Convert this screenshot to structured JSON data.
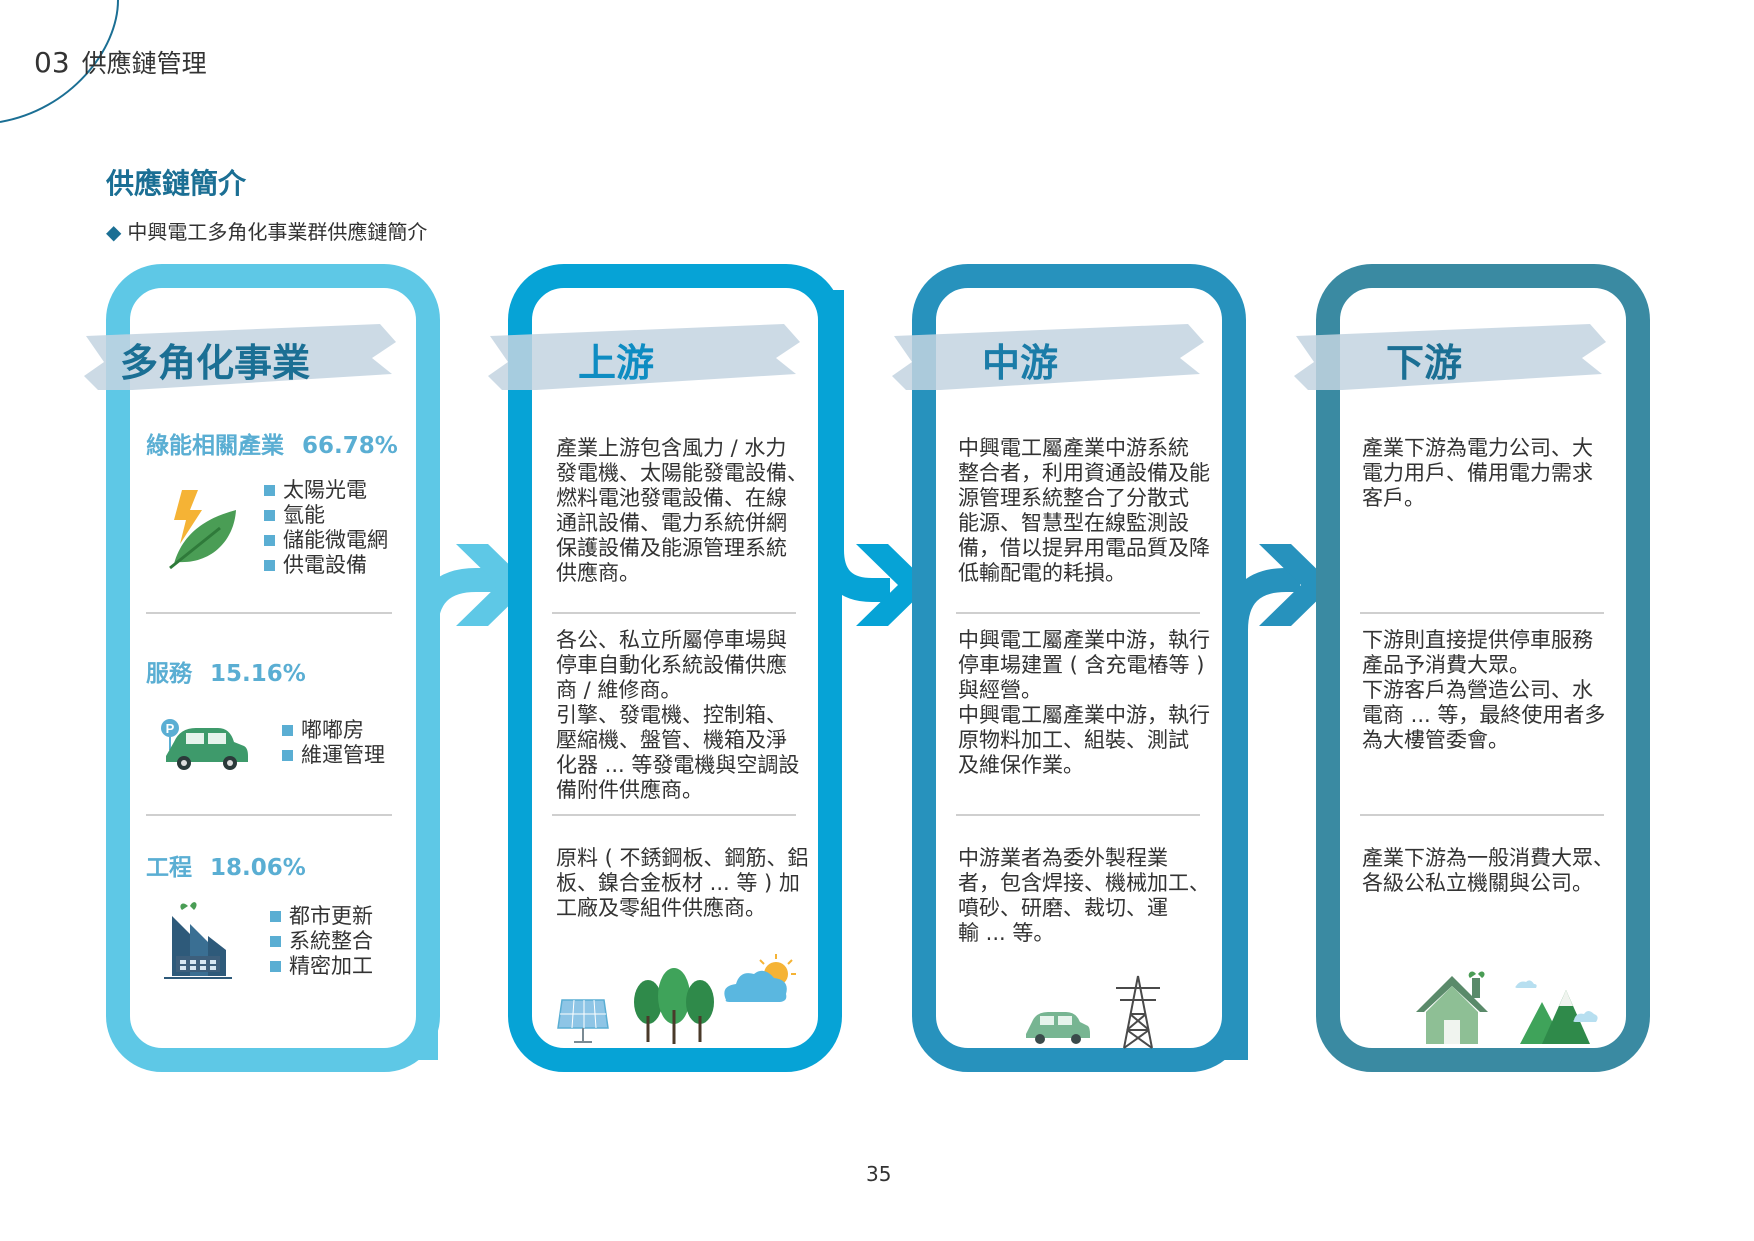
{
  "header": {
    "section_number": "03",
    "section_name": "供應鏈管理"
  },
  "title": "供應鏈簡介",
  "subtitle": "中興電工多角化事業群供應鏈簡介",
  "colors": {
    "card1": "#5ec8e6",
    "card2": "#06a3d6",
    "card3": "#2792bd",
    "card4": "#3a8aa2",
    "title_text": "#1b6f94",
    "segment": "#5aaed3"
  },
  "diversified": {
    "title": "多角化事業",
    "segments": [
      {
        "name": "綠能相關產業",
        "percent": "66.78%",
        "icon": "leaf-lightning-icon",
        "items": [
          "太陽光電",
          "氫能",
          "儲能微電網",
          "供電設備"
        ]
      },
      {
        "name": "服務",
        "percent": "15.16%",
        "icon": "parking-car-icon",
        "items": [
          "嘟嘟房",
          "維運管理"
        ]
      },
      {
        "name": "工程",
        "percent": "18.06%",
        "icon": "factory-icon",
        "items": [
          "都市更新",
          "系統整合",
          "精密加工"
        ]
      }
    ]
  },
  "upstream": {
    "title": "上游",
    "paragraphs": [
      "產業上游包含風力 / 水力\n發電機、太陽能發電設備、\n燃料電池發電設備、在線\n通訊設備、電力系統併網\n保護設備及能源管理系統\n供應商。",
      "各公、私立所屬停車場與\n停車自動化系統設備供應\n商 / 維修商。\n引擎、發電機、控制箱、\n壓縮機、盤管、機箱及淨\n化器 ... 等發電機與空調設\n備附件供應商。",
      "原料 ( 不銹鋼板、鋼筋、鋁\n板、鎳合金板材 ... 等 ) 加\n工廠及零組件供應商。"
    ]
  },
  "midstream": {
    "title": "中游",
    "paragraphs": [
      "中興電工屬產業中游系統\n整合者，利用資通設備及能\n源管理系統整合了分散式\n能源、智慧型在線監測設\n備，借以提昇用電品質及降\n低輸配電的耗損。",
      "中興電工屬產業中游，執行\n停車場建置 ( 含充電樁等 )\n與經營。\n中興電工屬產業中游，執行\n原物料加工、組裝、測試\n及維保作業。",
      "中游業者為委外製程業\n者，包含焊接、機械加工、\n噴砂、研磨、裁切、運\n輸 ... 等。"
    ]
  },
  "downstream": {
    "title": "下游",
    "paragraphs": [
      "產業下游為電力公司、大\n電力用戶、備用電力需求\n客戶。",
      "下游則直接提供停車服務\n產品予消費大眾。\n下游客戶為營造公司、水\n電商 ... 等，最終使用者多\n為大樓管委會。",
      "產業下游為一般消費大眾、\n各級公私立機關與公司。"
    ]
  },
  "page_number": "35"
}
